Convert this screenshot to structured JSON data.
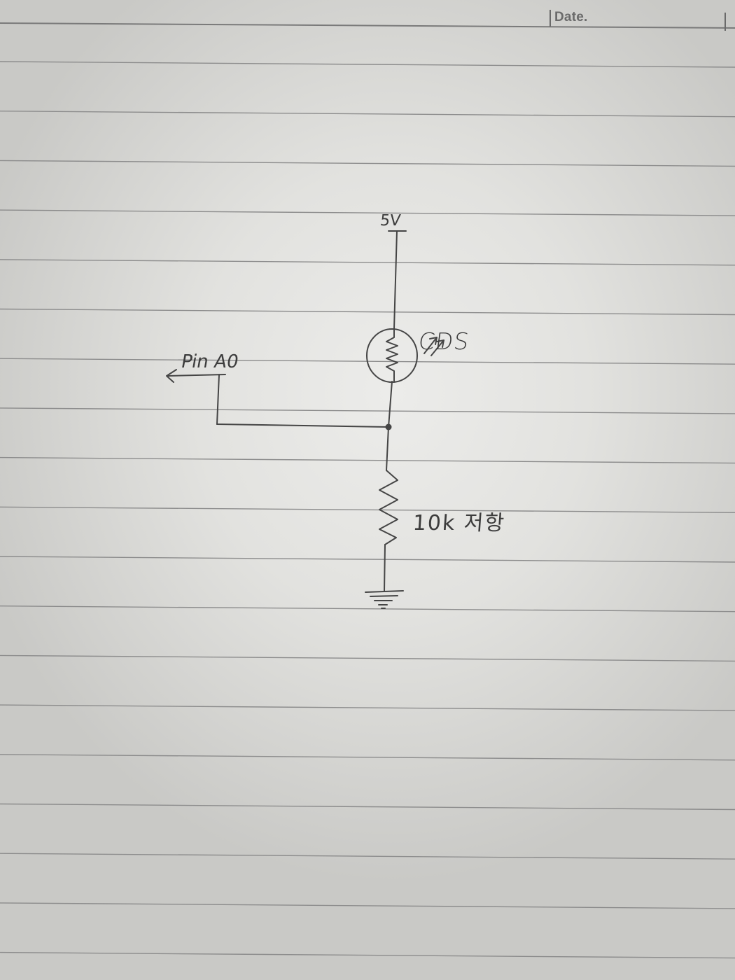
{
  "header": {
    "date_label": "Date."
  },
  "circuit": {
    "supply_label": "5V",
    "sensor_label": "CDS",
    "output_label": "Pin A0",
    "resistor_label": "10k 저항"
  }
}
